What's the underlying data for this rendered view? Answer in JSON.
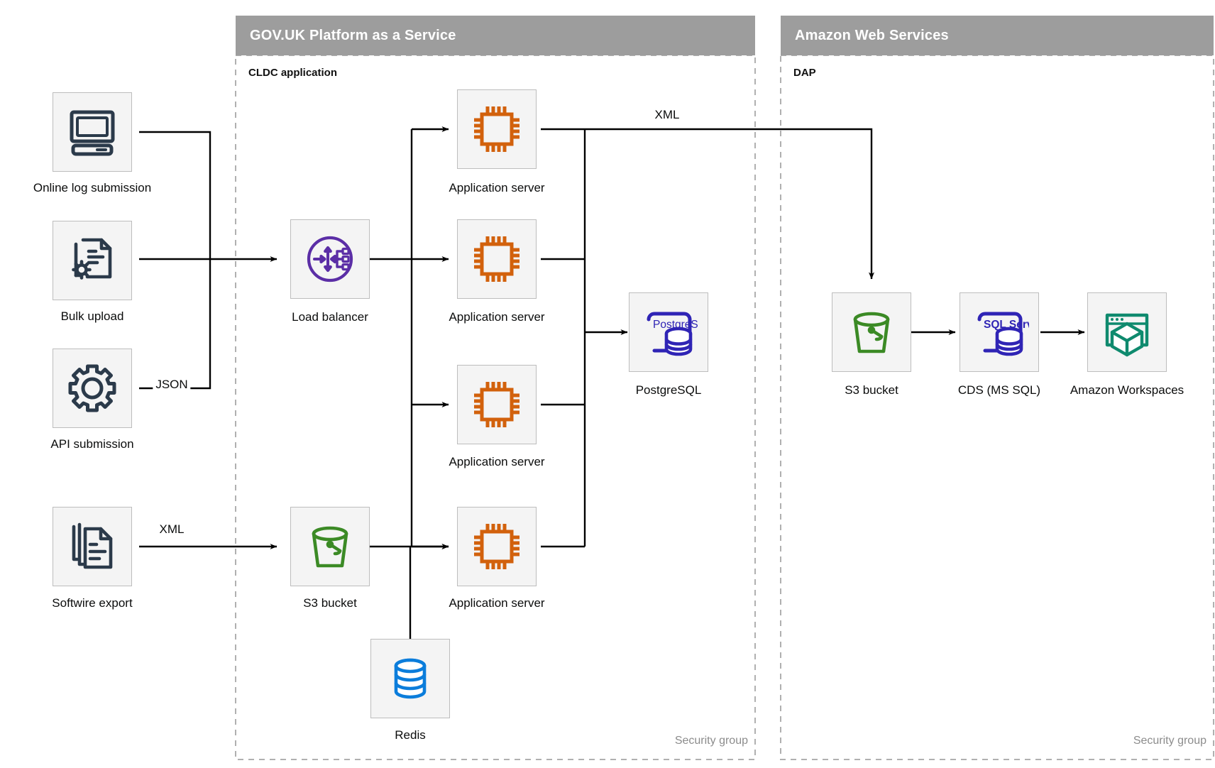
{
  "zones": [
    {
      "id": "paas",
      "title": "GOV.UK Platform as a Service",
      "sublabel": "CLDC application",
      "security_label": "Security group"
    },
    {
      "id": "aws",
      "title": "Amazon Web Services",
      "sublabel": "DAP",
      "security_label": "Security group"
    }
  ],
  "nodes": [
    {
      "id": "online-log-submission",
      "label": "Online log submission",
      "icon": "desktop-computer-icon",
      "color": "#2b3a4a"
    },
    {
      "id": "bulk-upload",
      "label": "Bulk upload",
      "icon": "document-gear-icon",
      "color": "#2b3a4a"
    },
    {
      "id": "api-submission",
      "label": "API submission",
      "icon": "gear-icon",
      "color": "#2b3a4a"
    },
    {
      "id": "softwire-export",
      "label": "Softwire export",
      "icon": "document-stack-icon",
      "color": "#2b3a4a"
    },
    {
      "id": "load-balancer",
      "label": "Load balancer",
      "icon": "load-balancer-icon",
      "color": "#5b2ea6"
    },
    {
      "id": "app-server-1",
      "label": "Application server",
      "icon": "cpu-chip-icon",
      "color": "#d2610c"
    },
    {
      "id": "app-server-2",
      "label": "Application server",
      "icon": "cpu-chip-icon",
      "color": "#d2610c"
    },
    {
      "id": "app-server-3",
      "label": "Application server",
      "icon": "cpu-chip-icon",
      "color": "#d2610c"
    },
    {
      "id": "app-server-4",
      "label": "Application server",
      "icon": "cpu-chip-icon",
      "color": "#d2610c"
    },
    {
      "id": "postgresql",
      "label": "PostgreSQL",
      "icon": "postgresql-icon",
      "color": "#2f24b5",
      "badge_text": "PostgreSQL"
    },
    {
      "id": "s3-bucket-paas",
      "label": "S3 bucket",
      "icon": "s3-bucket-icon",
      "color": "#3b8a25"
    },
    {
      "id": "redis",
      "label": "Redis",
      "icon": "redis-database-icon",
      "color": "#0b7ddb"
    },
    {
      "id": "s3-bucket-aws",
      "label": "S3 bucket",
      "icon": "s3-bucket-icon",
      "color": "#3b8a25"
    },
    {
      "id": "cds-ms-sql",
      "label": "CDS (MS SQL)",
      "icon": "sql-server-icon",
      "color": "#2f24b5",
      "badge_text": "SQL Server"
    },
    {
      "id": "amazon-workspaces",
      "label": "Amazon Workspaces",
      "icon": "workspaces-cube-icon",
      "color": "#0f8a6e"
    }
  ],
  "edge_labels": [
    {
      "id": "json-label",
      "text": "JSON"
    },
    {
      "id": "xml-source-label",
      "text": "XML"
    },
    {
      "id": "xml-export-label",
      "text": "XML"
    }
  ],
  "colors": {
    "zone_header_bg": "#9d9d9d",
    "zone_header_text": "#ffffff",
    "node_bg": "#f4f4f4",
    "node_border": "#bdbdbd",
    "dashed_border": "#b0b0b0",
    "connector": "#000000",
    "security_label": "#8c8c8c"
  }
}
